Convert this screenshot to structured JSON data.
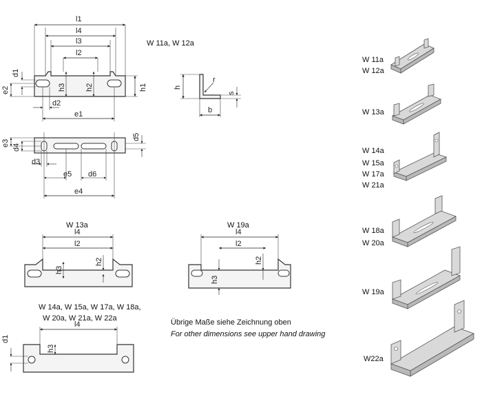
{
  "header_variant_label": "W 11a, W 12a",
  "top_view_dims": {
    "l1": "l1",
    "l4": "l4",
    "l3": "l3",
    "l2": "l2",
    "d1": "d1",
    "e2": "e2",
    "h3": "h3",
    "h2": "h2",
    "h1": "h1",
    "d2": "d2",
    "e1": "e1"
  },
  "plan_view_dims": {
    "e3": "e3",
    "d4": "d4",
    "d5": "d5",
    "d3": "d3",
    "e5": "e5",
    "d6": "d6",
    "e4": "e4"
  },
  "profile_dims": {
    "h": "h",
    "r": "r",
    "s": "s",
    "b": "b"
  },
  "w13a_view": {
    "title": "W 13a",
    "l4": "l4",
    "l2": "l2",
    "h3": "h3",
    "h2": "h2"
  },
  "w19a_view": {
    "title": "W 19a",
    "l4": "l4",
    "l2": "l2",
    "h2": "h2",
    "h3": "h3"
  },
  "bottom_view": {
    "title_line1": "W 14a, W 15a, W 17a, W 18a,",
    "title_line2": "W 20a, W 21a, W 22a",
    "l4": "l4",
    "d1": "d1",
    "h3": "h3"
  },
  "notes": {
    "german": "Übrige Maße siehe Zeichnung oben",
    "english": "For other dimensions see upper hand drawing"
  },
  "variants": {
    "v1_line1": "W 11a",
    "v1_line2": "W 12a",
    "v2": "W 13a",
    "v3_line1": "W 14a",
    "v3_line2": "W 15a",
    "v3_line3": "W 17a",
    "v3_line4": "W 21a",
    "v4_line1": "W 18a",
    "v4_line2": "W 20a",
    "v5": "W 19a",
    "v6": "W22a"
  }
}
